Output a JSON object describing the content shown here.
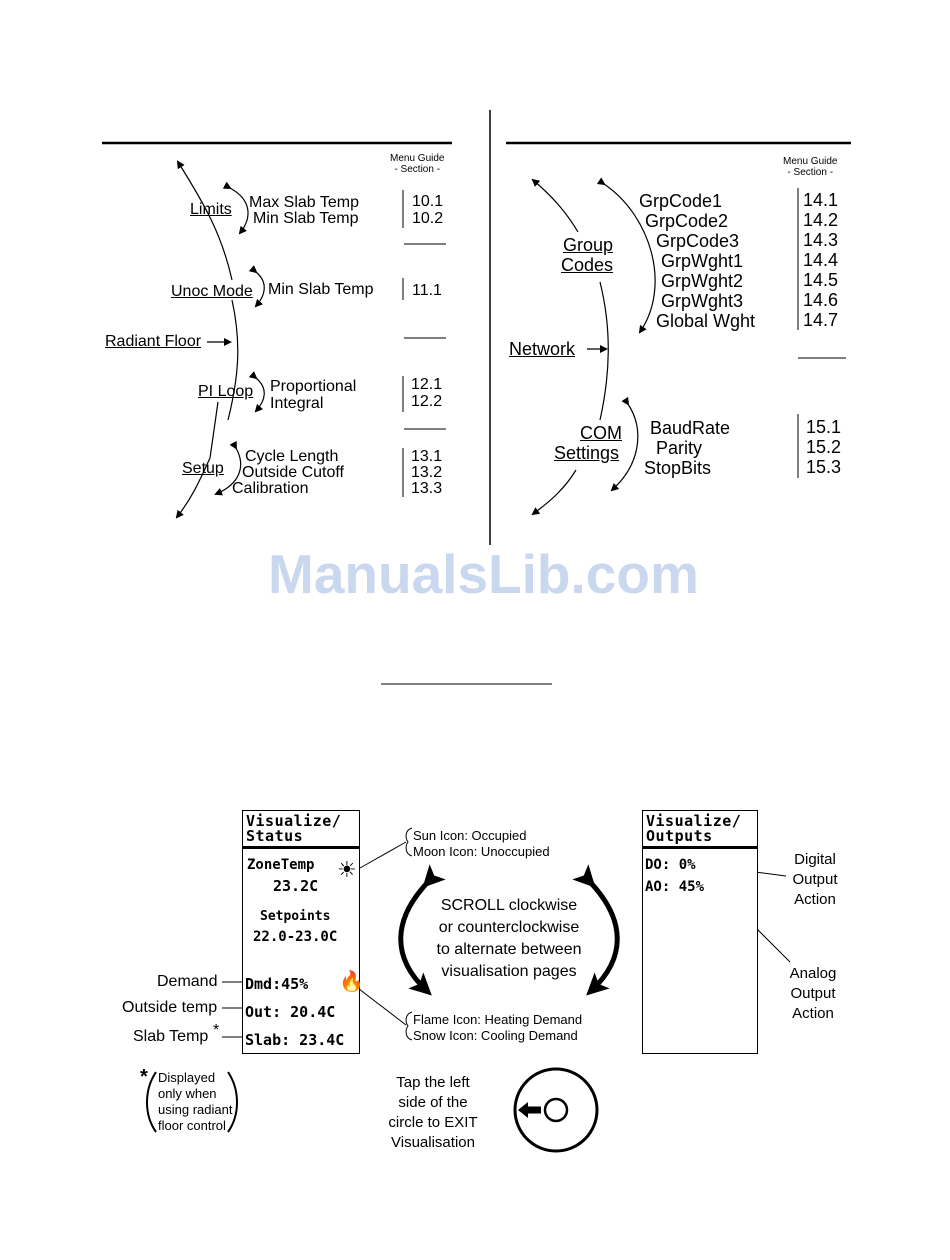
{
  "left_menu": {
    "section_label_1": "Menu Guide",
    "section_label_2": "- Section -",
    "root": "Radiant Floor",
    "groups": [
      {
        "name": "Limits",
        "items": [
          "Max Slab Temp",
          "Min Slab Temp"
        ],
        "sections": [
          "10.1",
          "10.2"
        ]
      },
      {
        "name": "Unoc Mode",
        "items": [
          "Min Slab Temp"
        ],
        "sections": [
          "11.1"
        ]
      },
      {
        "name": "PI Loop",
        "items": [
          "Proportional",
          "Integral"
        ],
        "sections": [
          "12.1",
          "12.2"
        ]
      },
      {
        "name": "Setup",
        "items": [
          "Cycle Length",
          "Outside Cutoff",
          "Calibration"
        ],
        "sections": [
          "13.1",
          "13.2",
          "13.3"
        ]
      }
    ]
  },
  "right_menu": {
    "section_label_1": "Menu Guide",
    "section_label_2": "- Section -",
    "root": "Network",
    "groups": [
      {
        "name_1": "Group",
        "name_2": "Codes",
        "items": [
          "GrpCode1",
          "GrpCode2",
          "GrpCode3",
          "GrpWght1",
          "GrpWght2",
          "GrpWght3",
          "Global Wght"
        ],
        "sections": [
          "14.1",
          "14.2",
          "14.3",
          "14.4",
          "14.5",
          "14.6",
          "14.7"
        ]
      },
      {
        "name_1": "COM",
        "name_2": "Settings",
        "items": [
          "BaudRate",
          "Parity",
          "StopBits"
        ],
        "sections": [
          "15.1",
          "15.2",
          "15.3"
        ]
      }
    ]
  },
  "watermark": "ManualsLib.com",
  "status_screen": {
    "title_1": "Visualize/",
    "title_2": "Status",
    "zone_label": "ZoneTemp",
    "zone_value": "23.2C",
    "setpoints_label": "Setpoints",
    "setpoints_value": "22.0-23.0C",
    "demand": "Dmd:45%",
    "outside": "Out: 20.4C",
    "slab": "Slab: 23.4C"
  },
  "outputs_screen": {
    "title_1": "Visualize/",
    "title_2": "Outputs",
    "do_line": "DO: 0%",
    "ao_line": "AO: 45%"
  },
  "callouts": {
    "sun": "Sun Icon: Occupied",
    "moon": "Moon Icon: Unoccupied",
    "flame": "Flame Icon: Heating Demand",
    "snow": "Snow Icon: Cooling Demand",
    "demand": "Demand",
    "outside_temp": "Outside temp",
    "slab_temp": "Slab Temp",
    "asterisk": "*",
    "footnote": [
      "Displayed",
      "only when",
      "using radiant",
      "floor control"
    ],
    "scroll": [
      "SCROLL clockwise",
      "or counterclockwise",
      "to alternate between",
      "visualisation pages"
    ],
    "digital": [
      "Digital",
      "Output",
      "Action"
    ],
    "analog": [
      "Analog",
      "Output",
      "Action"
    ],
    "exit": [
      "Tap the left",
      "side of the",
      "circle to EXIT",
      "Visualisation"
    ]
  }
}
